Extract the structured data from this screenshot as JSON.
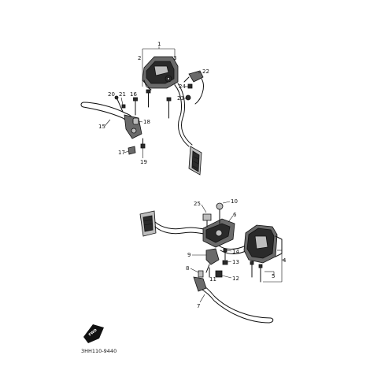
{
  "diagram": {
    "drawing_code": "3HH110-9440",
    "forward_mark_text": "FWD",
    "labels": {
      "p1": "1",
      "p2": "2",
      "p3": "3",
      "p4": "4",
      "p5": "5",
      "p6": "6",
      "p7": "7",
      "p8": "8",
      "p9": "9",
      "p10": "10",
      "p11": "11",
      "p12": "12",
      "p13": "13",
      "p14": "14",
      "p15": "15",
      "p16": "16",
      "p17": "17",
      "p18": "18",
      "p19": "19",
      "p20": "20",
      "p21": "21",
      "p22": "22",
      "p23": "23",
      "p24": "24",
      "p25": "25"
    }
  },
  "colors": {
    "ink": "#111111",
    "dark_fill": "#2a2a2a",
    "mid_fill": "#6a6a6a",
    "light_fill": "#bdbdbd",
    "background": "#ffffff"
  }
}
